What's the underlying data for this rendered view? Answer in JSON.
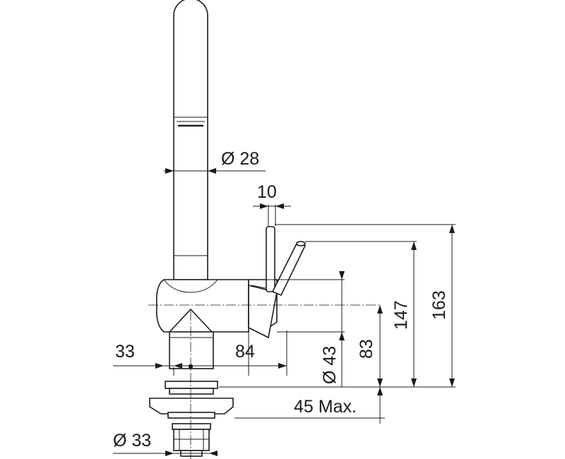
{
  "dimensions": {
    "spout_diameter": "Ø 28",
    "lever_width": "10",
    "total_height": "163",
    "lever_height": "147",
    "body_height": "83",
    "base_diameter": "Ø 43",
    "offset_left": "33",
    "reach": "84",
    "deck_thickness": "45 Max.",
    "shank_diameter": "Ø 33"
  }
}
